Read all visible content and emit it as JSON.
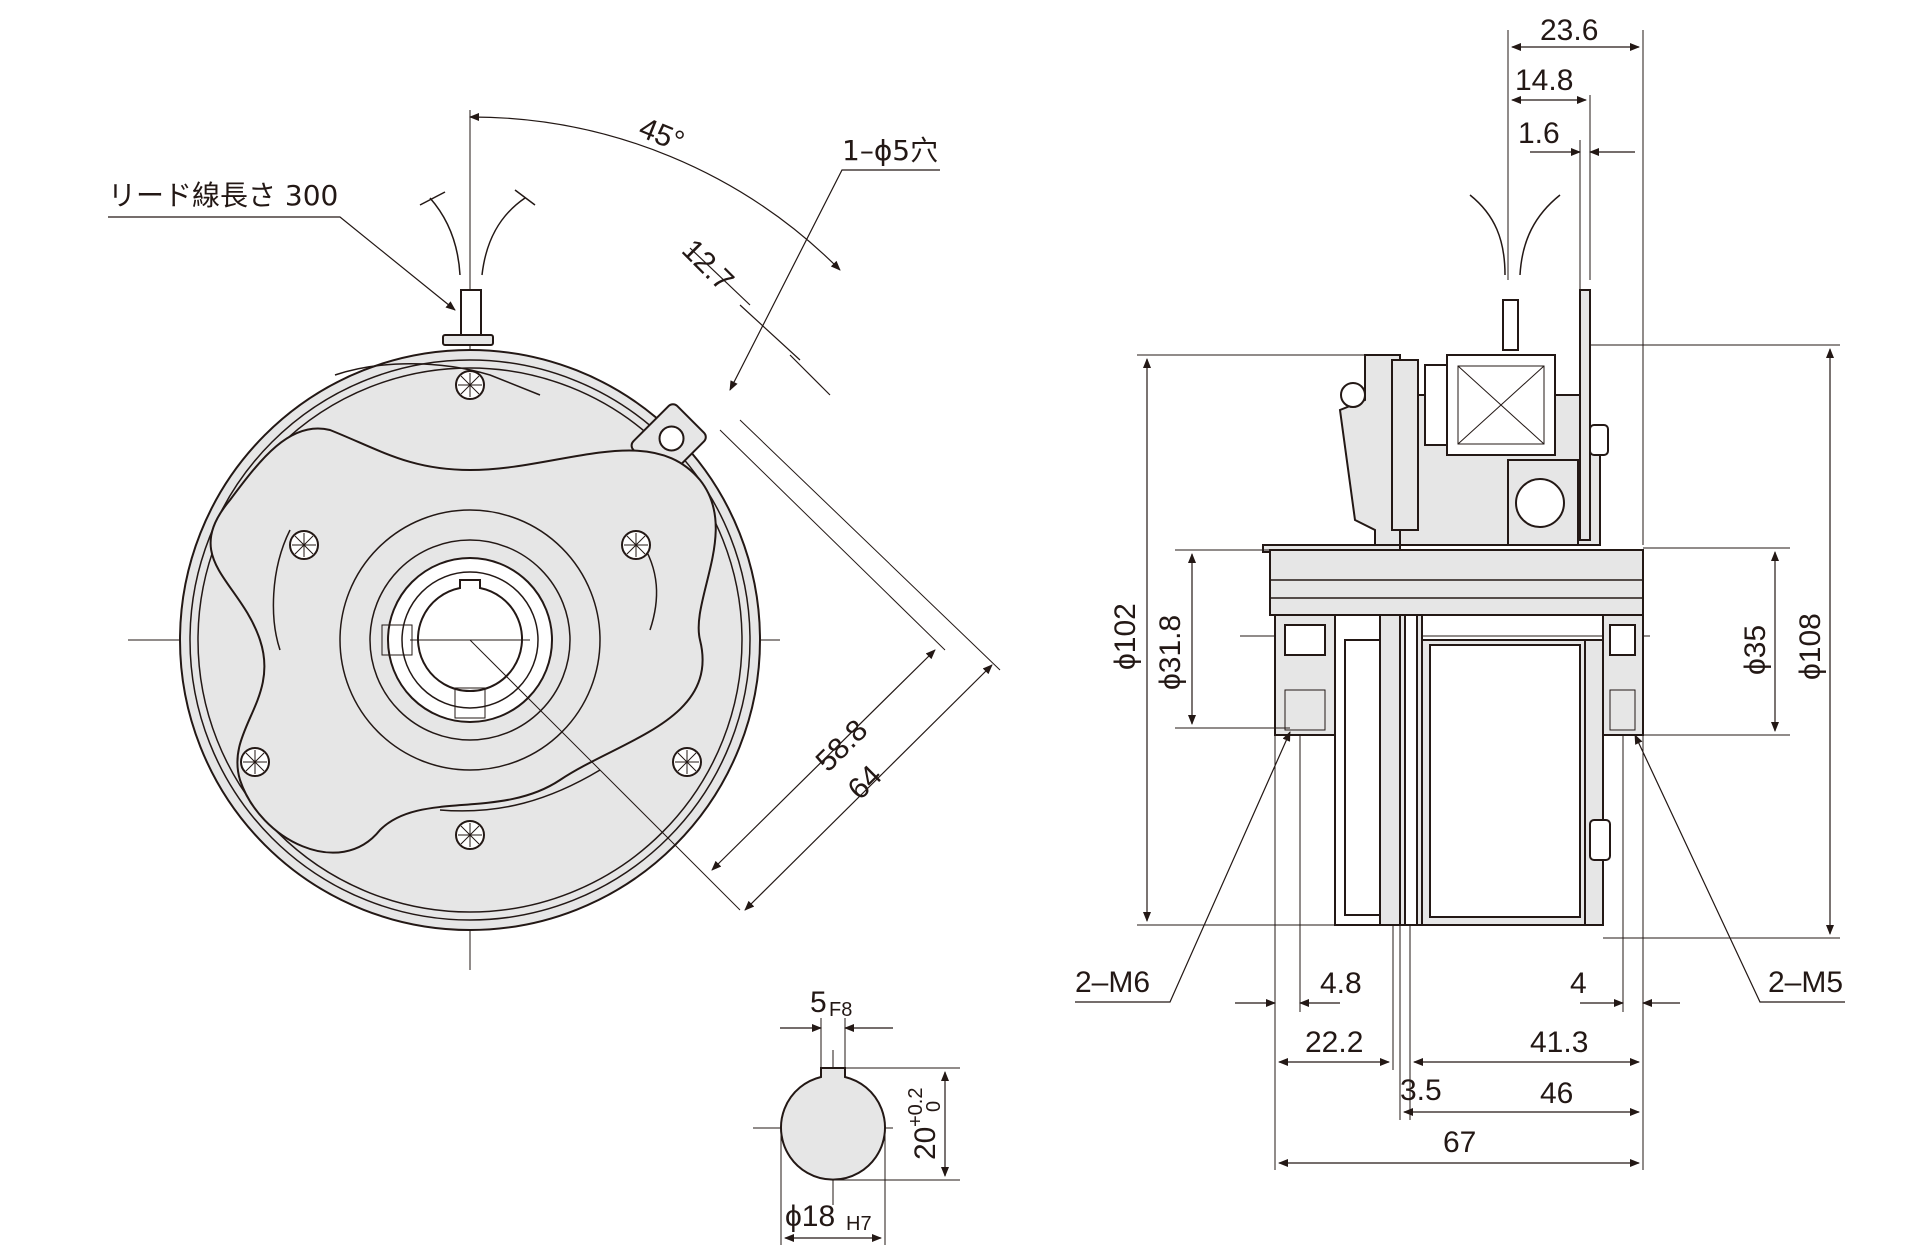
{
  "front_view": {
    "lead_wire_label": "リード線長さ 300",
    "hole_label": "1–ϕ5穴",
    "angle_label": "45°",
    "dim_tab_offset": "12.7",
    "dim_radius_inner": "58.8",
    "dim_radius_outer": "64"
  },
  "keyway_detail": {
    "key_width_label": "5",
    "key_width_tol": "F8",
    "bore_label": "ϕ18",
    "bore_tol": "H7",
    "key_depth_label": "20",
    "key_depth_tol_upper": "+0.2",
    "key_depth_tol_lower": "0"
  },
  "side_view": {
    "dim_23_6": "23.6",
    "dim_14_8": "14.8",
    "dim_1_6": "1.6",
    "dia_102": "ϕ102",
    "dia_31_8": "ϕ31.8",
    "dia_35": "ϕ35",
    "dia_108": "ϕ108",
    "tap_left": "2–M6",
    "tap_right": "2–M5",
    "dim_4_8": "4.8",
    "dim_4": "4",
    "dim_22_2": "22.2",
    "dim_41_3": "41.3",
    "dim_3_5": "3.5",
    "dim_46": "46",
    "dim_67": "67"
  },
  "colors": {
    "line": "#231815",
    "body_fill": "#e6e6e6",
    "dark_fill": "#bdbdbd"
  }
}
